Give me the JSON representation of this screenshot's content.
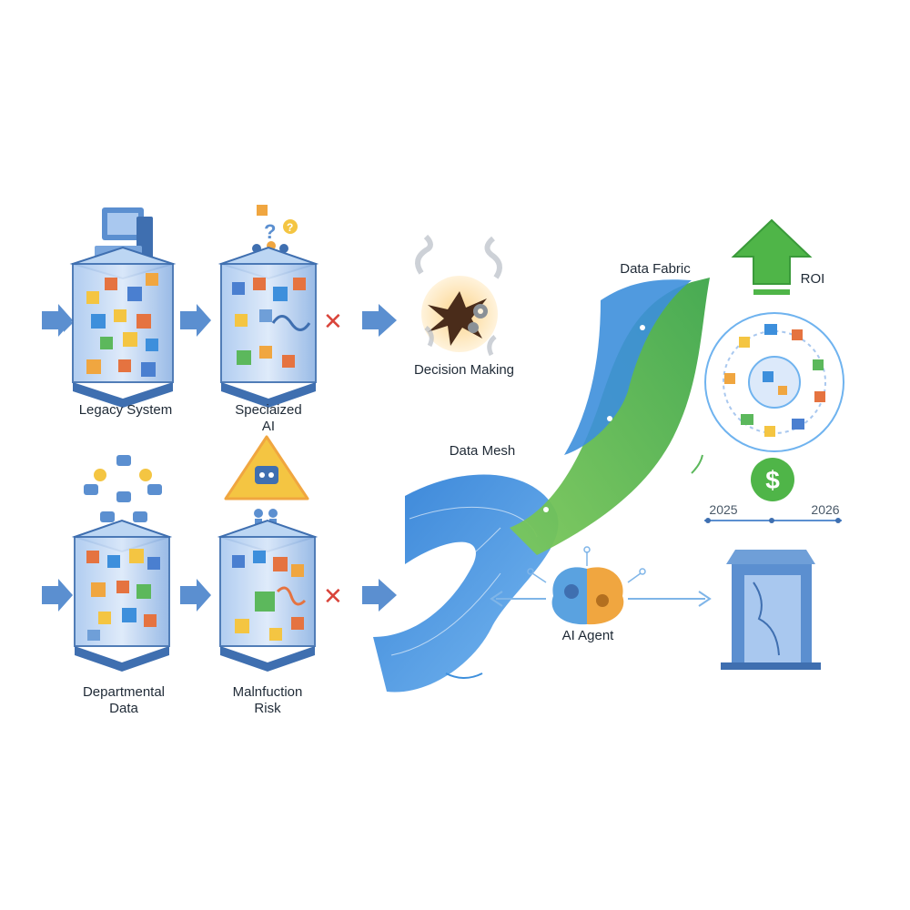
{
  "labels": {
    "legacy_system": "Legacy System",
    "specialized_ai_line1": "Speciaized",
    "specialized_ai_line2": "AI",
    "decision_making": "Decision Making",
    "departmental_line1": "Departmental",
    "departmental_line2": "Data",
    "malfunction_line1": "Malnfuction",
    "malfunction_line2": "Risk",
    "data_mesh": "Data Mesh",
    "data_fabric": "Data Fabric",
    "roi": "ROI",
    "ai_agent": "AI Agent",
    "year_start": "2025",
    "year_end": "2026",
    "dollar": "$",
    "question_mark": "?",
    "cross_mark": "✕"
  },
  "colors": {
    "tank_blue": "#6f9fd8",
    "tank_dark": "#3f6fb0",
    "arrow_blue": "#5b8fd0",
    "cross_red": "#d9443a",
    "fabric_green": "#5cb85c",
    "mesh_blue": "#3d8fdc",
    "roi_green": "#4fb548",
    "warning_yellow": "#f4c542",
    "brain_blue": "#5aa2e0",
    "brain_orange": "#f0a640"
  }
}
